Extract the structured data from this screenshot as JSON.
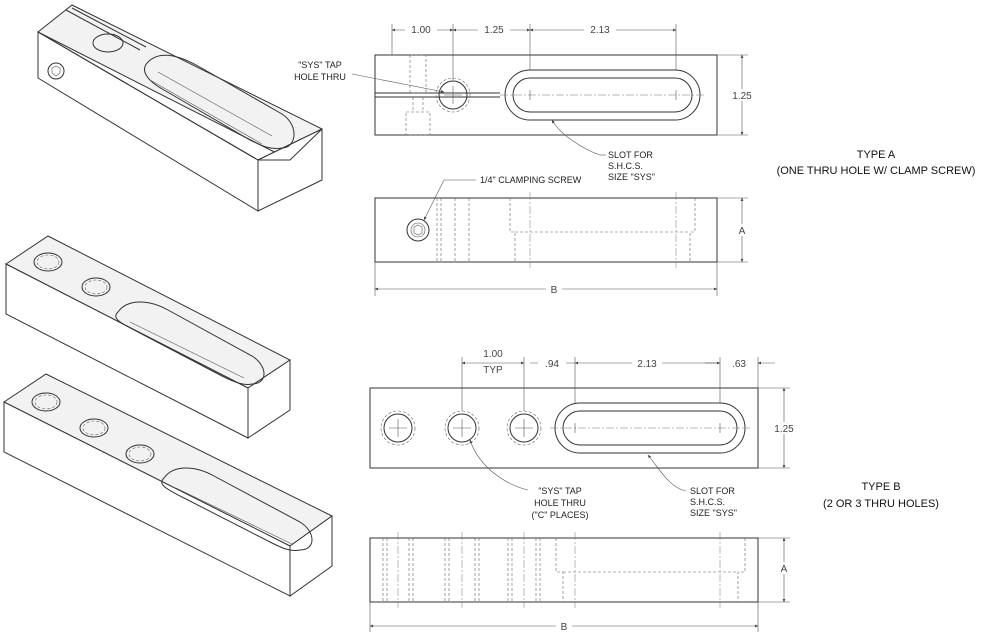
{
  "type_a": {
    "dims_top": [
      "1.00",
      "1.25",
      "2.13"
    ],
    "height_dim": "1.25",
    "tap_note": [
      "\"SYS\" TAP",
      "HOLE THRU"
    ],
    "slot_note": [
      "SLOT FOR",
      "S.H.C.S.",
      "SIZE \"SYS\""
    ],
    "clamp_note": "1/4\" CLAMPING SCREW",
    "side_height": "A",
    "length": "B",
    "title": "TYPE A",
    "subtitle": "(ONE THRU HOLE W/ CLAMP SCREW)"
  },
  "type_b": {
    "dims_top": [
      "1.00",
      "TYP",
      ".94",
      "2.13",
      ".63"
    ],
    "height_dim": "1.25",
    "tap_note": [
      "\"SYS\" TAP",
      "HOLE THRU",
      "(\"C\" PLACES)"
    ],
    "slot_note": [
      "SLOT FOR",
      "S.H.C.S.",
      "SIZE \"SYS\""
    ],
    "side_height": "A",
    "length": "B",
    "title": "TYPE B",
    "subtitle": "(2 OR 3 THRU HOLES)"
  }
}
